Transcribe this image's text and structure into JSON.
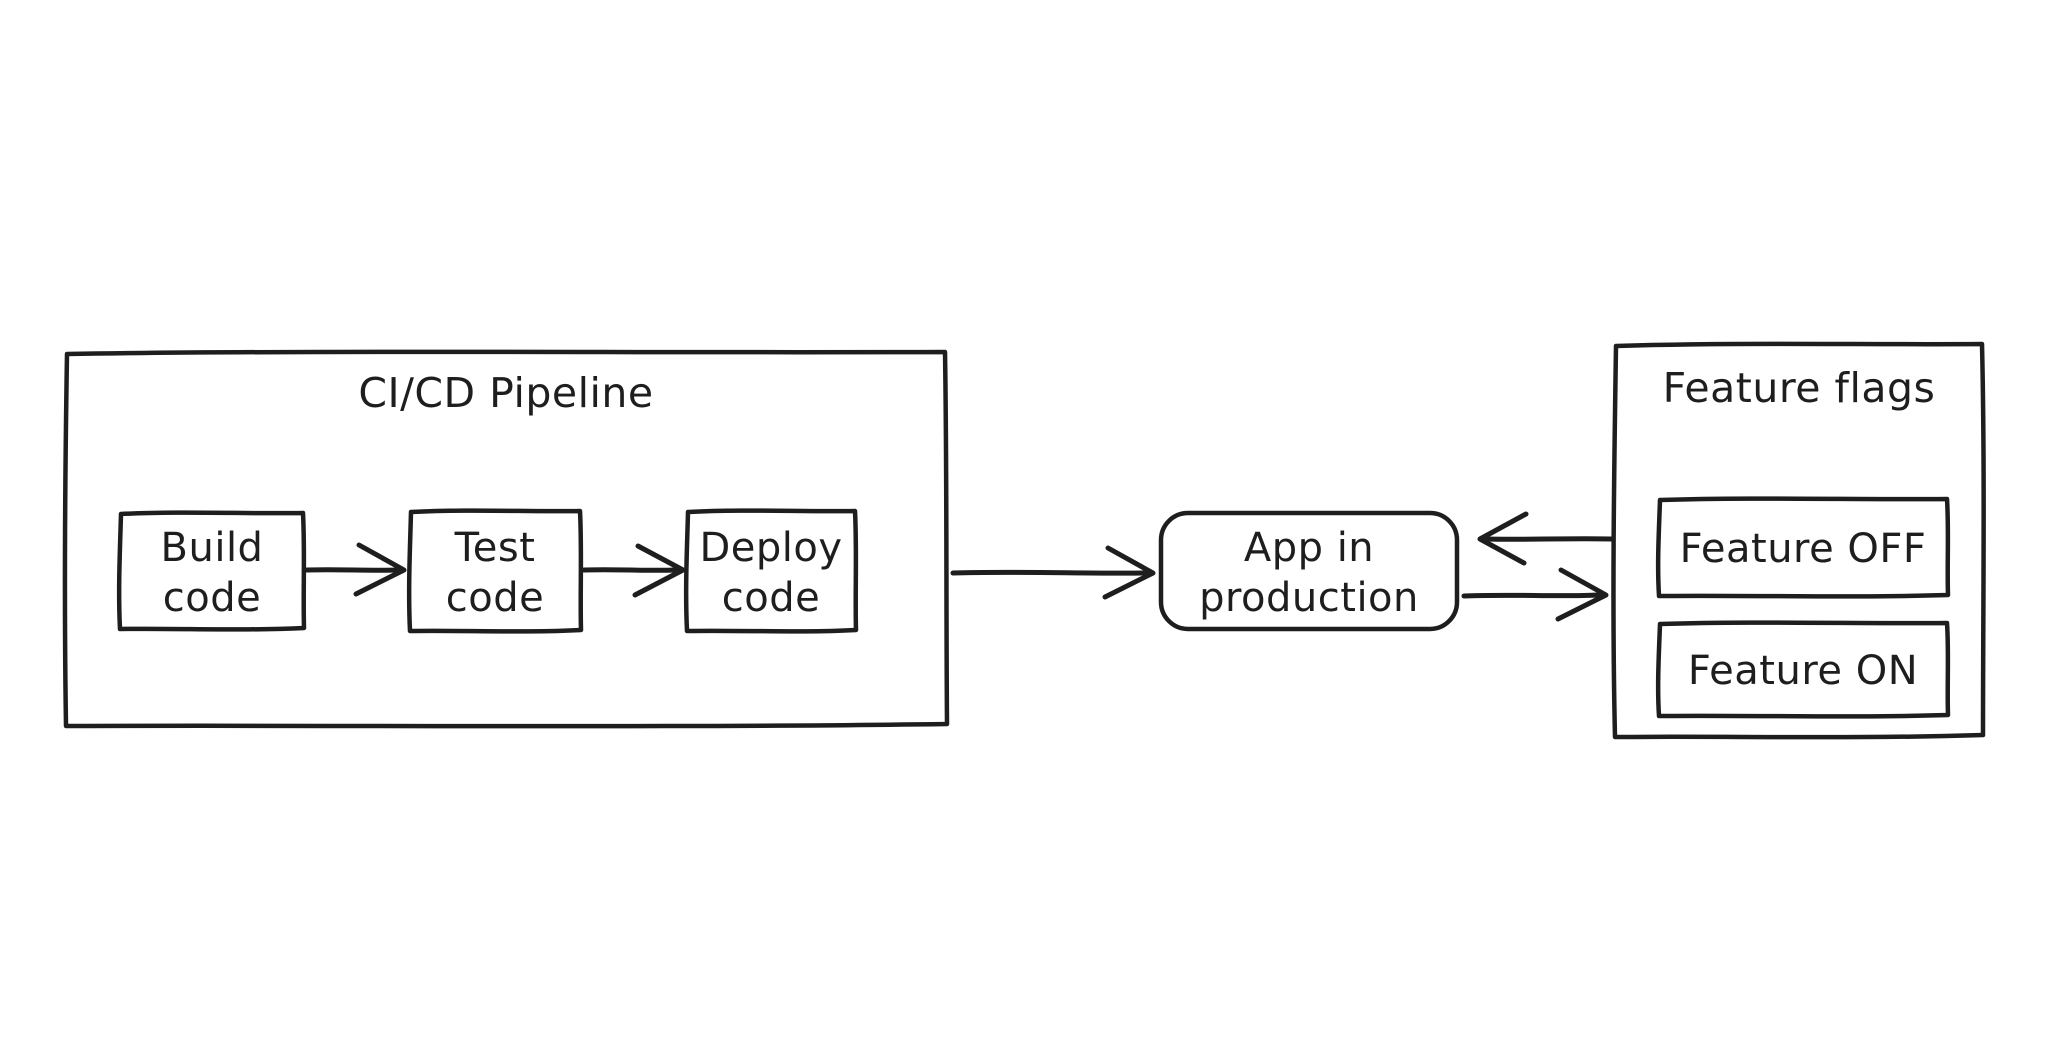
{
  "diagram": {
    "background_color": "#ffffff",
    "stroke_color": "#1e1e1e",
    "pipeline": {
      "title": "CI/CD Pipeline",
      "nodes": [
        {
          "line1": "Build",
          "line2": "code"
        },
        {
          "line1": "Test",
          "line2": "code"
        },
        {
          "line1": "Deploy",
          "line2": "code"
        }
      ]
    },
    "app": {
      "line1": "App in",
      "line2": "production"
    },
    "feature_flags": {
      "title": "Feature flags",
      "items": [
        {
          "label": "Feature OFF"
        },
        {
          "label": "Feature ON"
        }
      ]
    }
  }
}
